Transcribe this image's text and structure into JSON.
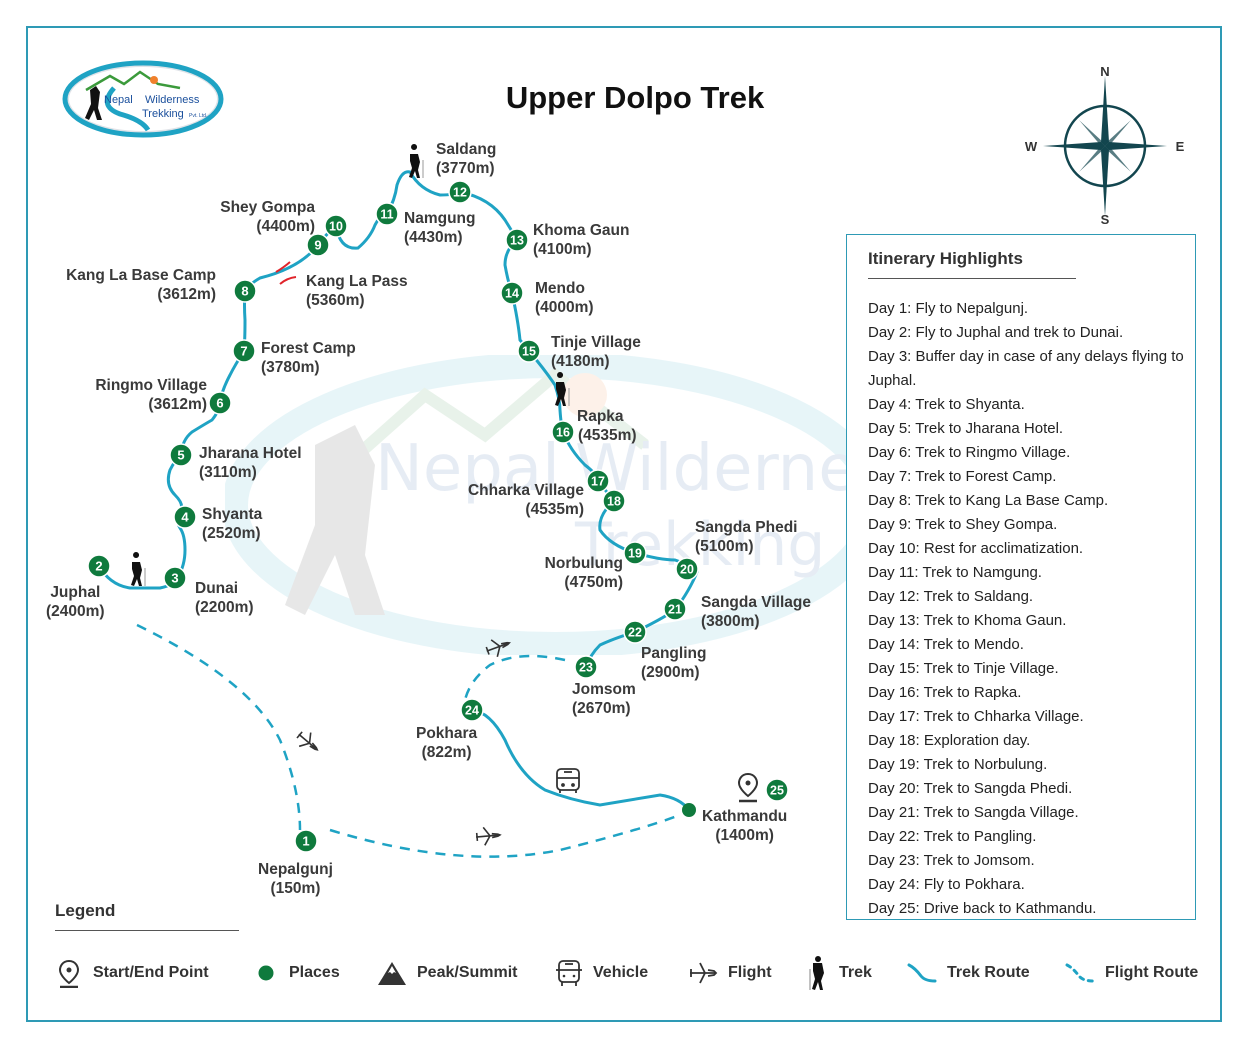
{
  "title": "Upper Dolpo Trek",
  "logo": {
    "line1_left": "Nepal",
    "line1_right": "Wilderness",
    "line2": "Trekking",
    "suffix": "Pvt. Ltd."
  },
  "compass": {
    "n": "N",
    "e": "E",
    "s": "S",
    "w": "W"
  },
  "colors": {
    "frame": "#2e9ab5",
    "route": "#1fa3c4",
    "marker": "#0f7a3d",
    "pass": "#e0242b",
    "text": "#3a3a3a"
  },
  "places": [
    {
      "num": "1",
      "name": "Nepalgunj",
      "alt": "(150m)"
    },
    {
      "num": "2",
      "name": "Juphal",
      "alt": "(2400m)"
    },
    {
      "num": "3",
      "name": "Dunai",
      "alt": "(2200m)"
    },
    {
      "num": "4",
      "name": "Shyanta",
      "alt": "(2520m)"
    },
    {
      "num": "5",
      "name": "Jharana Hotel",
      "alt": "(3110m)"
    },
    {
      "num": "6",
      "name": "Ringmo Village",
      "alt": "(3612m)"
    },
    {
      "num": "7",
      "name": "Forest Camp",
      "alt": "(3780m)"
    },
    {
      "num": "8",
      "name": "Kang La Base Camp",
      "alt": "(3612m)"
    },
    {
      "num": "9",
      "name": "Shey Gompa",
      "alt": "(4400m)"
    },
    {
      "num": "10",
      "name": "",
      "alt": ""
    },
    {
      "num": "11",
      "name": "Namgung",
      "alt": "(4430m)"
    },
    {
      "num": "12",
      "name": "Saldang",
      "alt": "(3770m)"
    },
    {
      "num": "13",
      "name": "Khoma Gaun",
      "alt": "(4100m)"
    },
    {
      "num": "14",
      "name": "Mendo",
      "alt": "(4000m)"
    },
    {
      "num": "15",
      "name": "Tinje Village",
      "alt": "(4180m)"
    },
    {
      "num": "16",
      "name": "Rapka",
      "alt": "(4535m)"
    },
    {
      "num": "17",
      "name": "Chharka Village",
      "alt": "(4535m)"
    },
    {
      "num": "18",
      "name": "",
      "alt": ""
    },
    {
      "num": "19",
      "name": "Norbulung",
      "alt": "(4750m)"
    },
    {
      "num": "20",
      "name": "Sangda Phedi",
      "alt": "(5100m)"
    },
    {
      "num": "21",
      "name": "Sangda Village",
      "alt": "(3800m)"
    },
    {
      "num": "22",
      "name": "Pangling",
      "alt": "(2900m)"
    },
    {
      "num": "23",
      "name": "Jomsom",
      "alt": "(2670m)"
    },
    {
      "num": "24",
      "name": "Pokhara",
      "alt": "(822m)"
    },
    {
      "num": "25",
      "name": "Kathmandu",
      "alt": "(1400m)"
    }
  ],
  "pass": {
    "name": "Kang La Pass",
    "alt": "(5360m)"
  },
  "itinerary": {
    "title": "Itinerary Highlights",
    "days": [
      "Day 1: Fly to Nepalgunj.",
      "Day 2: Fly to Juphal and trek to Dunai.",
      "Day 3: Buffer day in case of any delays flying to Juphal.",
      "Day 4: Trek to Shyanta.",
      "Day 5: Trek to Jharana Hotel.",
      "Day 6: Trek to Ringmo Village.",
      "Day 7: Trek to Forest Camp.",
      "Day 8: Trek to Kang La Base Camp.",
      "Day 9: Trek to Shey Gompa.",
      "Day 10: Rest for acclimatization.",
      "Day 11: Trek to Namgung.",
      "Day 12: Trek to Saldang.",
      "Day 13: Trek to Khoma Gaun.",
      "Day 14: Trek to Mendo.",
      "Day 15: Trek to Tinje Village.",
      "Day 16: Trek to Rapka.",
      "Day 17: Trek to Chharka Village.",
      "Day 18: Exploration day.",
      "Day 19: Trek to Norbulung.",
      "Day 20: Trek to Sangda Phedi.",
      "Day 21: Trek to Sangda Village.",
      "Day 22: Trek to Pangling.",
      "Day 23: Trek to Jomsom.",
      "Day 24: Fly to Pokhara.",
      "Day 25: Drive back to Kathmandu."
    ]
  },
  "legend": {
    "title": "Legend",
    "items": [
      {
        "icon": "map-pin-icon",
        "label": "Start/End Point"
      },
      {
        "icon": "green-dot-icon",
        "label": "Places"
      },
      {
        "icon": "peak-icon",
        "label": "Peak/Summit"
      },
      {
        "icon": "bus-icon",
        "label": "Vehicle"
      },
      {
        "icon": "plane-icon",
        "label": "Flight"
      },
      {
        "icon": "trekker-icon",
        "label": "Trek"
      },
      {
        "icon": "trek-route-icon",
        "label": "Trek Route"
      },
      {
        "icon": "flight-route-icon",
        "label": "Flight Route"
      }
    ]
  }
}
